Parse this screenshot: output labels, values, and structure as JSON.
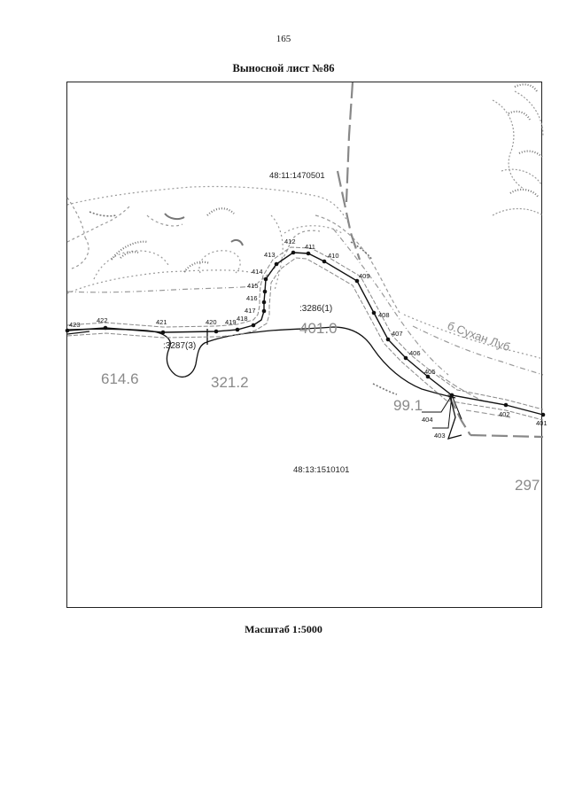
{
  "page_number": "165",
  "sheet_title": "Выносной лист №86",
  "scale_caption": "Масштаб 1:5000",
  "colors": {
    "line": "#111111",
    "hatch": "#9a9a9a",
    "ink": "#222222"
  },
  "cadastral_blocks": {
    "north": "48:11:1470501",
    "south": "48:13:1510101"
  },
  "parcels": {
    "upper": ":3286(1)",
    "lower": ":3287(3)"
  },
  "areas": {
    "left": "614.6",
    "middle": "321.2",
    "center": "401.0",
    "right": "99.1",
    "far_right": "297"
  },
  "street_label": "б.Сухан Луб",
  "points": [
    {
      "id": "401",
      "label": "401"
    },
    {
      "id": "402",
      "label": "402"
    },
    {
      "id": "403",
      "label": "403"
    },
    {
      "id": "404",
      "label": "404"
    },
    {
      "id": "405",
      "label": "405"
    },
    {
      "id": "406",
      "label": "406"
    },
    {
      "id": "407",
      "label": "407"
    },
    {
      "id": "408",
      "label": "408"
    },
    {
      "id": "409",
      "label": "409"
    },
    {
      "id": "410",
      "label": "410"
    },
    {
      "id": "411",
      "label": "411"
    },
    {
      "id": "412",
      "label": "412"
    },
    {
      "id": "413",
      "label": "413"
    },
    {
      "id": "414",
      "label": "414"
    },
    {
      "id": "415",
      "label": "415"
    },
    {
      "id": "416",
      "label": "416"
    },
    {
      "id": "417",
      "label": "417"
    },
    {
      "id": "418",
      "label": "418"
    },
    {
      "id": "419",
      "label": "419"
    },
    {
      "id": "420",
      "label": "420"
    },
    {
      "id": "421",
      "label": "421"
    },
    {
      "id": "422",
      "label": "422"
    },
    {
      "id": "423",
      "label": "423"
    }
  ]
}
